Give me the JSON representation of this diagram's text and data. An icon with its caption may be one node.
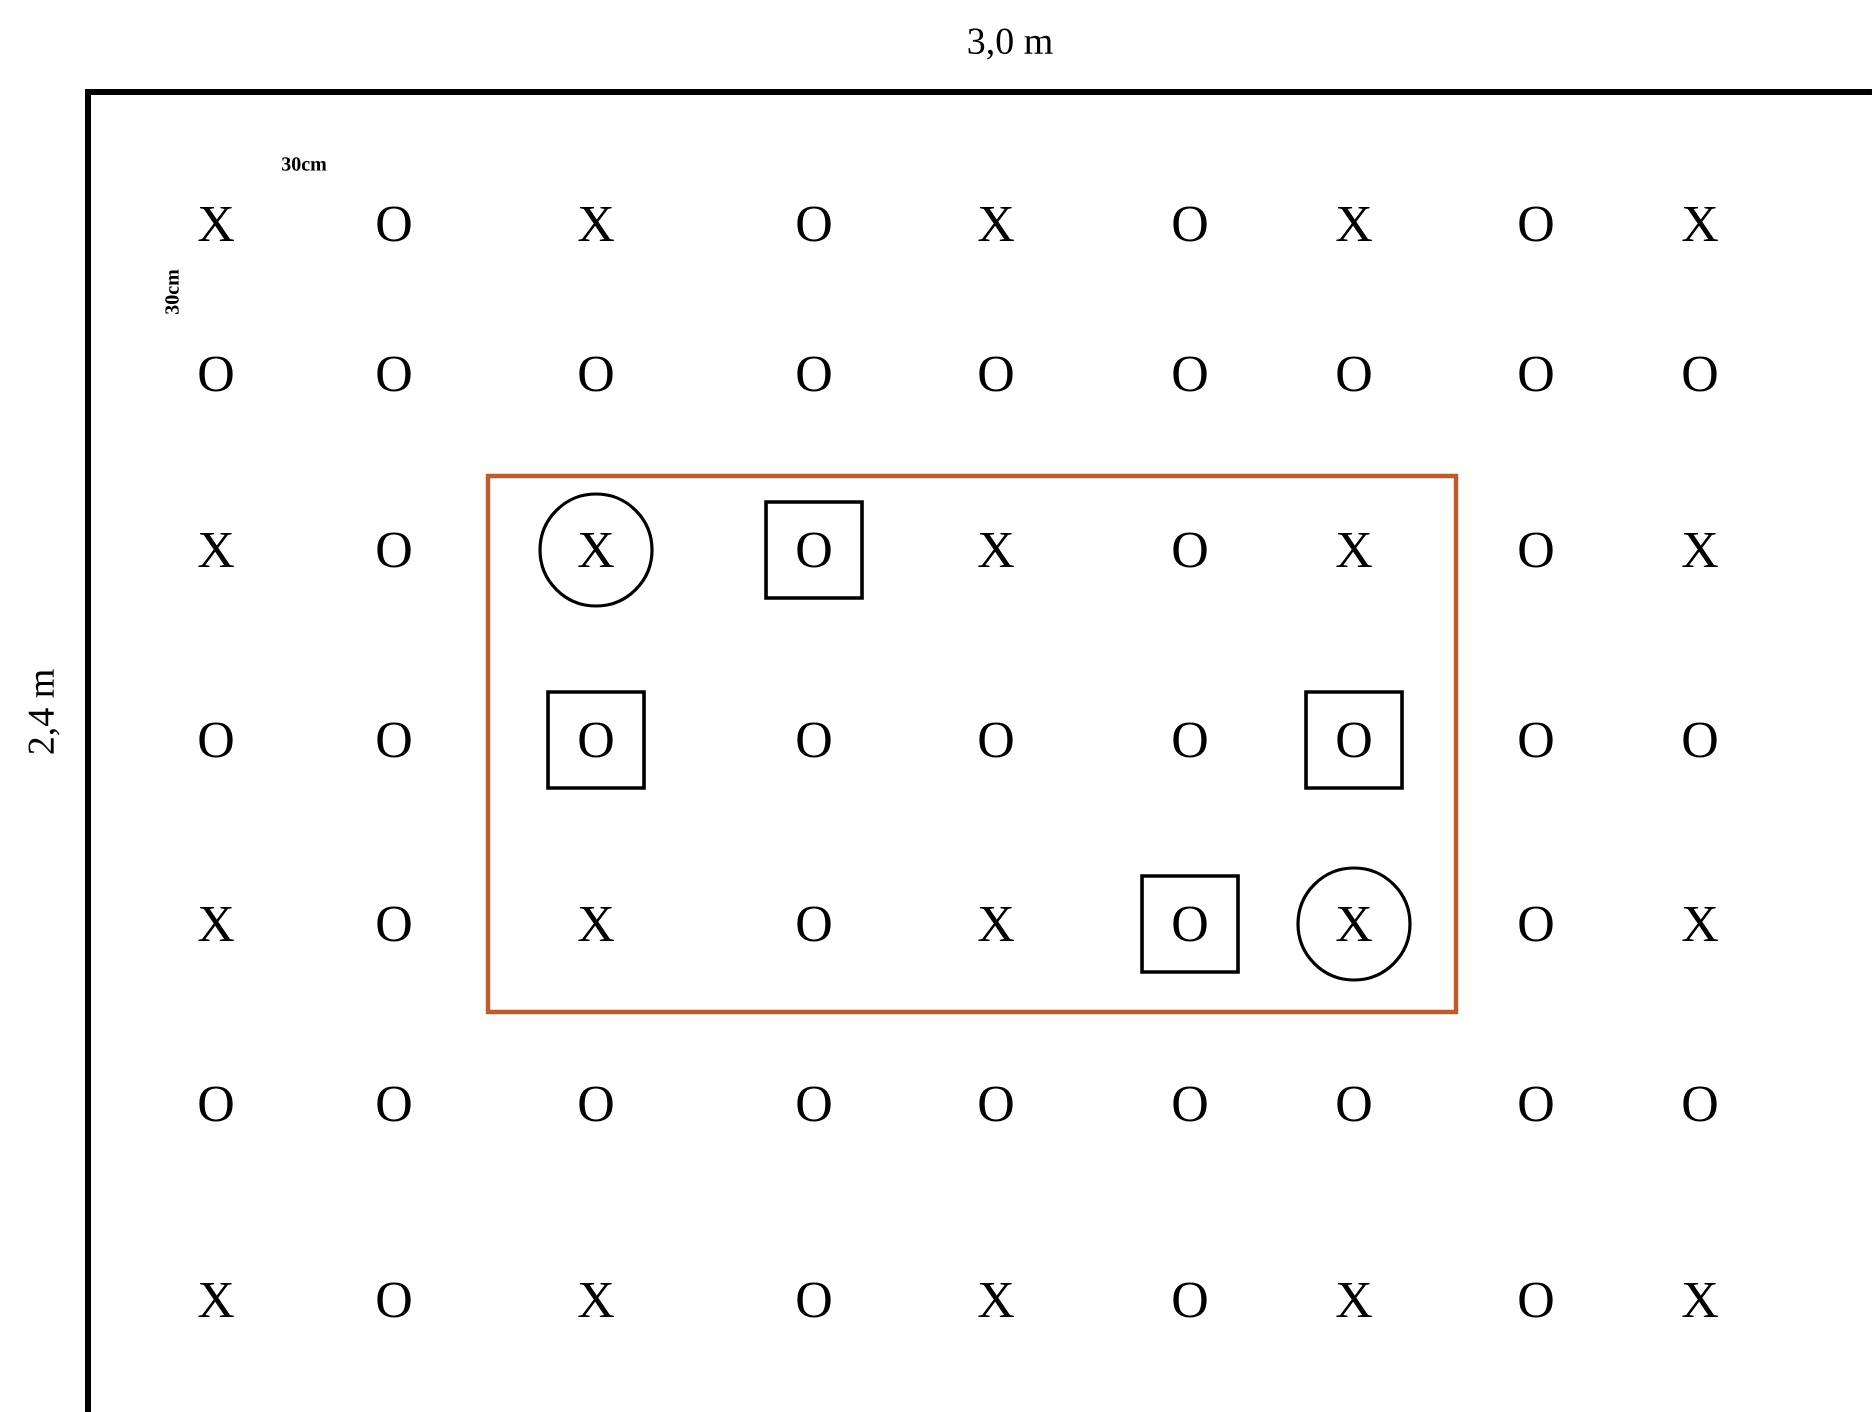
{
  "diagram": {
    "nodes": [
      {
        "text": [],
        "shape": "box"
      },
      {
        "text": [
          "X"
        ],
        "in": 0
      },
      {
        "text": [
          "O"
        ],
        "in": 0
      },
      {
        "text": [
          "O"
        ],
        "in": 0
      },
      {
        "text": [
          "O"
        ],
        "in": 0
      },
      {
        "text": [
          "O"
        ],
        "in": 0
      },
      {
        "text": [
          "X"
        ],
        "in": 0
      }
    ],
    "labels": [
      "3,0 m",
      "30cm",
      "30cm",
      "2,4 m",
      "X",
      "O",
      "X",
      "O",
      "X",
      "O",
      "X",
      "O",
      "X",
      "O",
      "O",
      "O",
      "O",
      "O",
      "O",
      "O",
      "O",
      "O",
      "X",
      "O",
      "X",
      "O",
      "X",
      "O",
      "X",
      "O",
      "O",
      "O",
      "O",
      "O",
      "O",
      "O",
      "X",
      "O",
      "X",
      "O",
      "X",
      "O",
      "X",
      "O",
      "O",
      "O",
      "O",
      "O",
      "O",
      "O",
      "O",
      "O",
      "X",
      "O",
      "X",
      "O",
      "X",
      "O",
      "X",
      "O",
      "X"
    ]
  }
}
